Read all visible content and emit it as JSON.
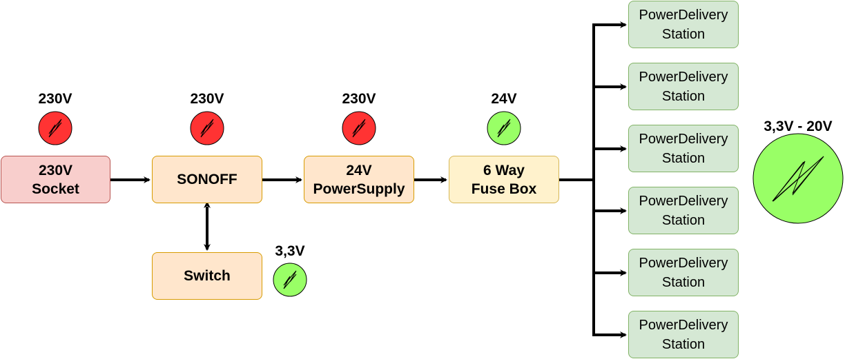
{
  "colors": {
    "red_fill": "#f8cecc",
    "red_border": "#b85450",
    "orange_fill": "#ffe6cc",
    "orange_border": "#d79b00",
    "yellow_fill": "#fff2cc",
    "yellow_border": "#d6b656",
    "green_fill": "#d5e8d4",
    "green_border": "#82b366",
    "icon_red": "#ff3333",
    "icon_green": "#99ff66"
  },
  "nodes": {
    "socket": {
      "line1": "230V",
      "line2": "Socket"
    },
    "sonoff": {
      "label": "SONOFF"
    },
    "power_supply": {
      "line1": "24V",
      "line2": "PowerSupply"
    },
    "fuse_box": {
      "line1": "6 Way",
      "line2": "Fuse Box"
    },
    "switch": {
      "label": "Switch"
    }
  },
  "voltage_labels": {
    "socket": "230V",
    "sonoff": "230V",
    "power_supply": "230V",
    "fuse_box": "24V",
    "switch": "3,3V",
    "stations": "3,3V - 20V"
  },
  "stations": [
    {
      "line1": "PowerDelivery",
      "line2": "Station"
    },
    {
      "line1": "PowerDelivery",
      "line2": "Station"
    },
    {
      "line1": "PowerDelivery",
      "line2": "Station"
    },
    {
      "line1": "PowerDelivery",
      "line2": "Station"
    },
    {
      "line1": "PowerDelivery",
      "line2": "Station"
    },
    {
      "line1": "PowerDelivery",
      "line2": "Station"
    }
  ],
  "icons": {
    "socket": "power-icon",
    "sonoff": "power-icon",
    "power_supply": "power-icon",
    "fuse_box": "power-icon",
    "switch": "power-icon",
    "stations": "power-icon"
  }
}
